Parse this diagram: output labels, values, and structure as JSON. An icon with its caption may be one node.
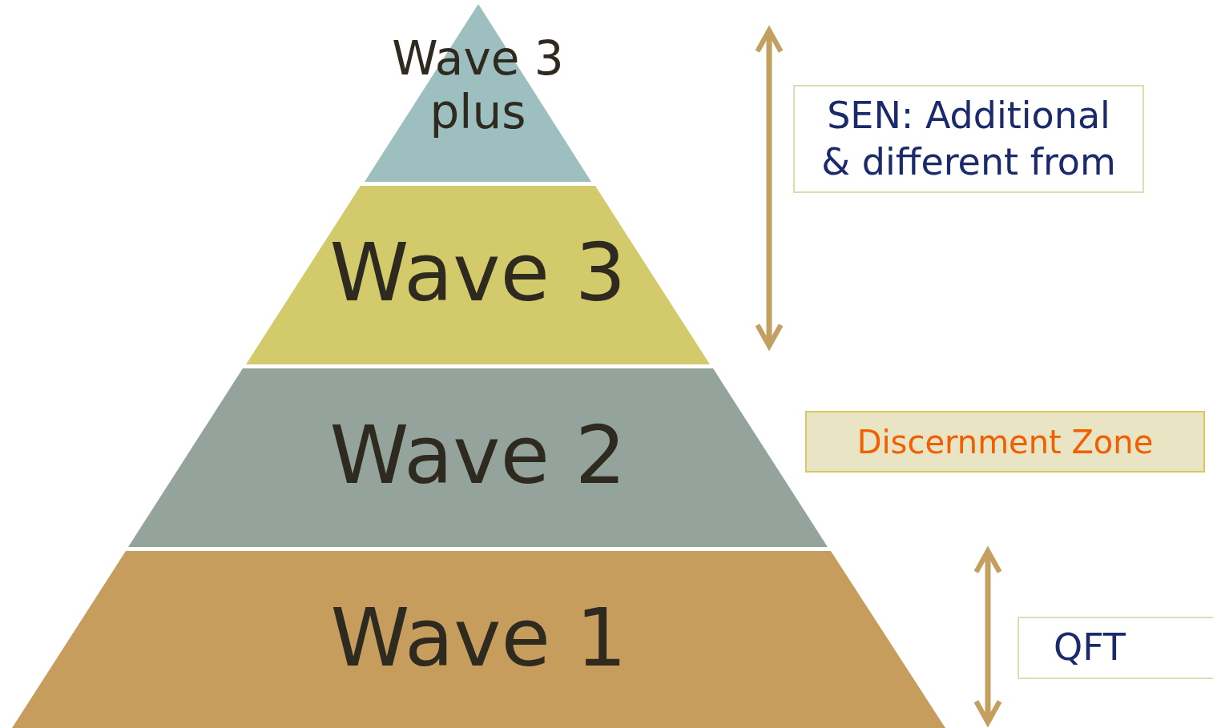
{
  "diagram": {
    "nodes": [
      {
        "text": [
          "Wave 3 plus"
        ]
      },
      {
        "text": [
          "Wave 3"
        ]
      },
      {
        "text": [
          "Wave 2"
        ]
      },
      {
        "text": [
          "Wave 1"
        ]
      },
      {
        "text": [
          "SEN: Additional & different from"
        ]
      },
      {
        "text": [
          "Discernment Zone"
        ]
      },
      {
        "text": [
          "QFT"
        ]
      }
    ]
  }
}
